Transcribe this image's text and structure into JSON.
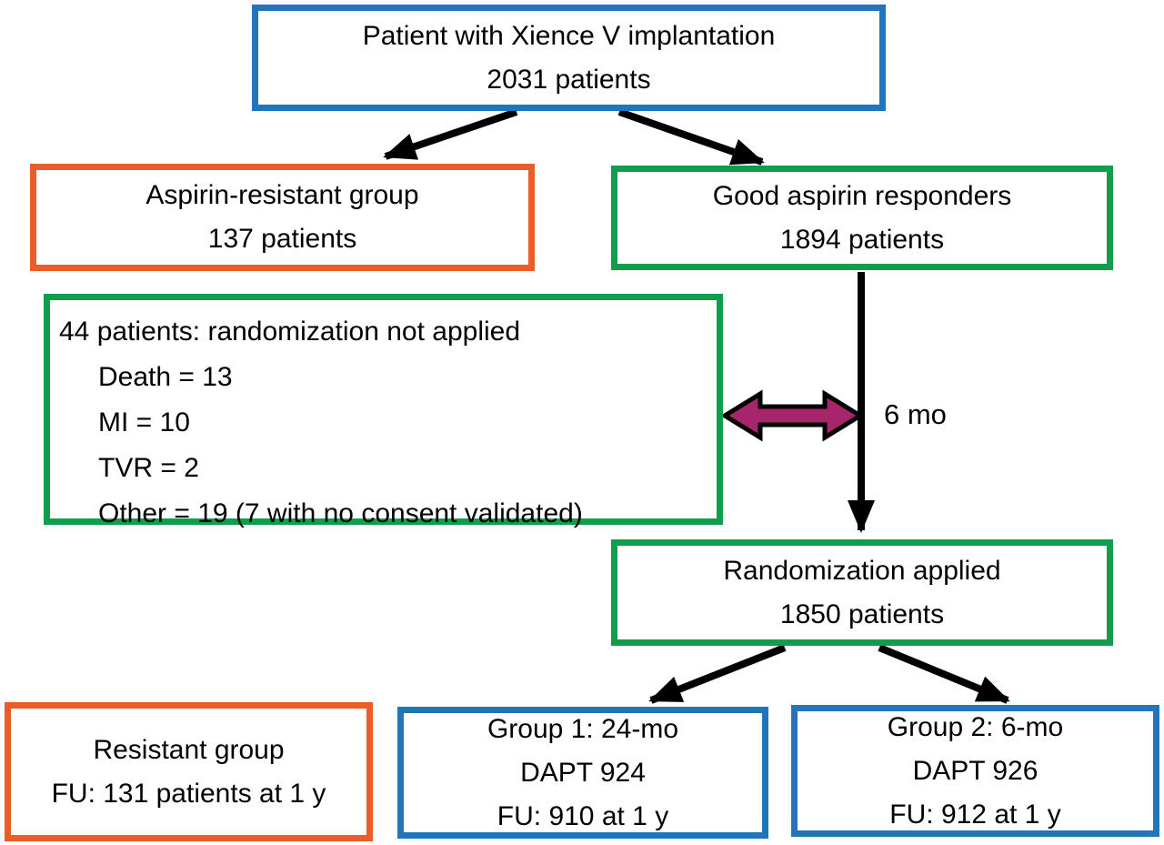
{
  "colors": {
    "blue": "#2474B9",
    "orange": "#EB5C2B",
    "green": "#129D4C",
    "purple": "#A6256B",
    "arrow_black": "#000000"
  },
  "nodes": {
    "top": {
      "border": "blue",
      "lines": [
        "Patient with Xience V implantation",
        "2031 patients"
      ]
    },
    "aspirin_resistant": {
      "border": "orange",
      "lines": [
        "Aspirin-resistant group",
        "137 patients"
      ]
    },
    "good_responders": {
      "border": "green",
      "lines": [
        "Good aspirin responders",
        "1894 patients"
      ]
    },
    "exclusions": {
      "border": "green",
      "title": "44 patients: randomization not applied",
      "items": [
        "Death = 13",
        "MI = 10",
        "TVR = 2",
        "Other = 19 (7 with no consent validated)"
      ]
    },
    "randomization": {
      "border": "green",
      "lines": [
        "Randomization applied",
        "1850 patients"
      ]
    },
    "resistant_fu": {
      "border": "orange",
      "lines": [
        "Resistant group",
        "FU: 131 patients at 1 y"
      ]
    },
    "group1": {
      "border": "blue",
      "lines": [
        "Group 1: 24-mo",
        "DAPT 924",
        "FU: 910 at 1 y"
      ]
    },
    "group2": {
      "border": "blue",
      "lines": [
        "Group 2: 6-mo",
        "DAPT 926",
        "FU: 912 at 1 y"
      ]
    }
  },
  "labels": {
    "timepoint": "6 mo"
  }
}
